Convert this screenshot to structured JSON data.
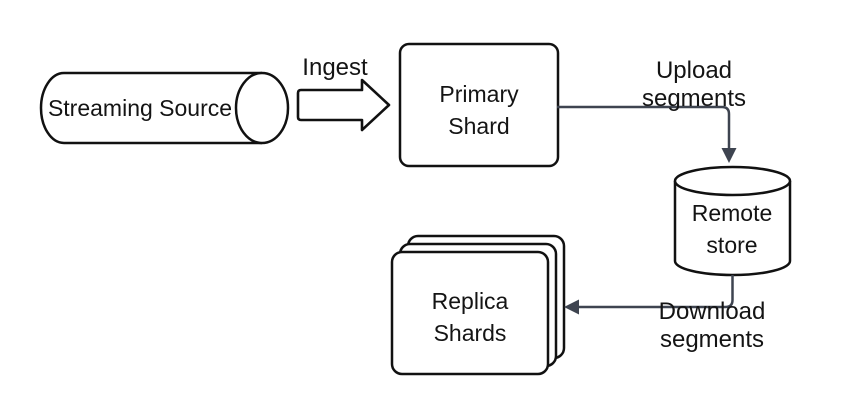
{
  "diagram": {
    "nodes": {
      "streaming_source": {
        "label": "Streaming Source",
        "shape": "horizontal-cylinder"
      },
      "primary_shard": {
        "label": "Primary\nShard",
        "shape": "rounded-rectangle"
      },
      "remote_store": {
        "label": "Remote\nstore",
        "shape": "database-cylinder"
      },
      "replica_shards": {
        "label": "Replica\nShards",
        "shape": "stacked-cards",
        "card_count": 3
      }
    },
    "edges": {
      "ingest": {
        "label": "Ingest",
        "from": "streaming_source",
        "to": "primary_shard",
        "style": "outlined-block-arrow"
      },
      "upload_segments": {
        "label": "Upload segments",
        "from": "primary_shard",
        "to": "remote_store",
        "style": "elbow-arrow"
      },
      "download_segments": {
        "label": "Download segments",
        "from": "remote_store",
        "to": "replica_shards",
        "style": "elbow-arrow"
      }
    },
    "colors": {
      "background": "#ffffff",
      "shape_stroke": "#111111",
      "shape_fill": "#ffffff",
      "connector": "#3e4450",
      "text": "#141414"
    }
  }
}
